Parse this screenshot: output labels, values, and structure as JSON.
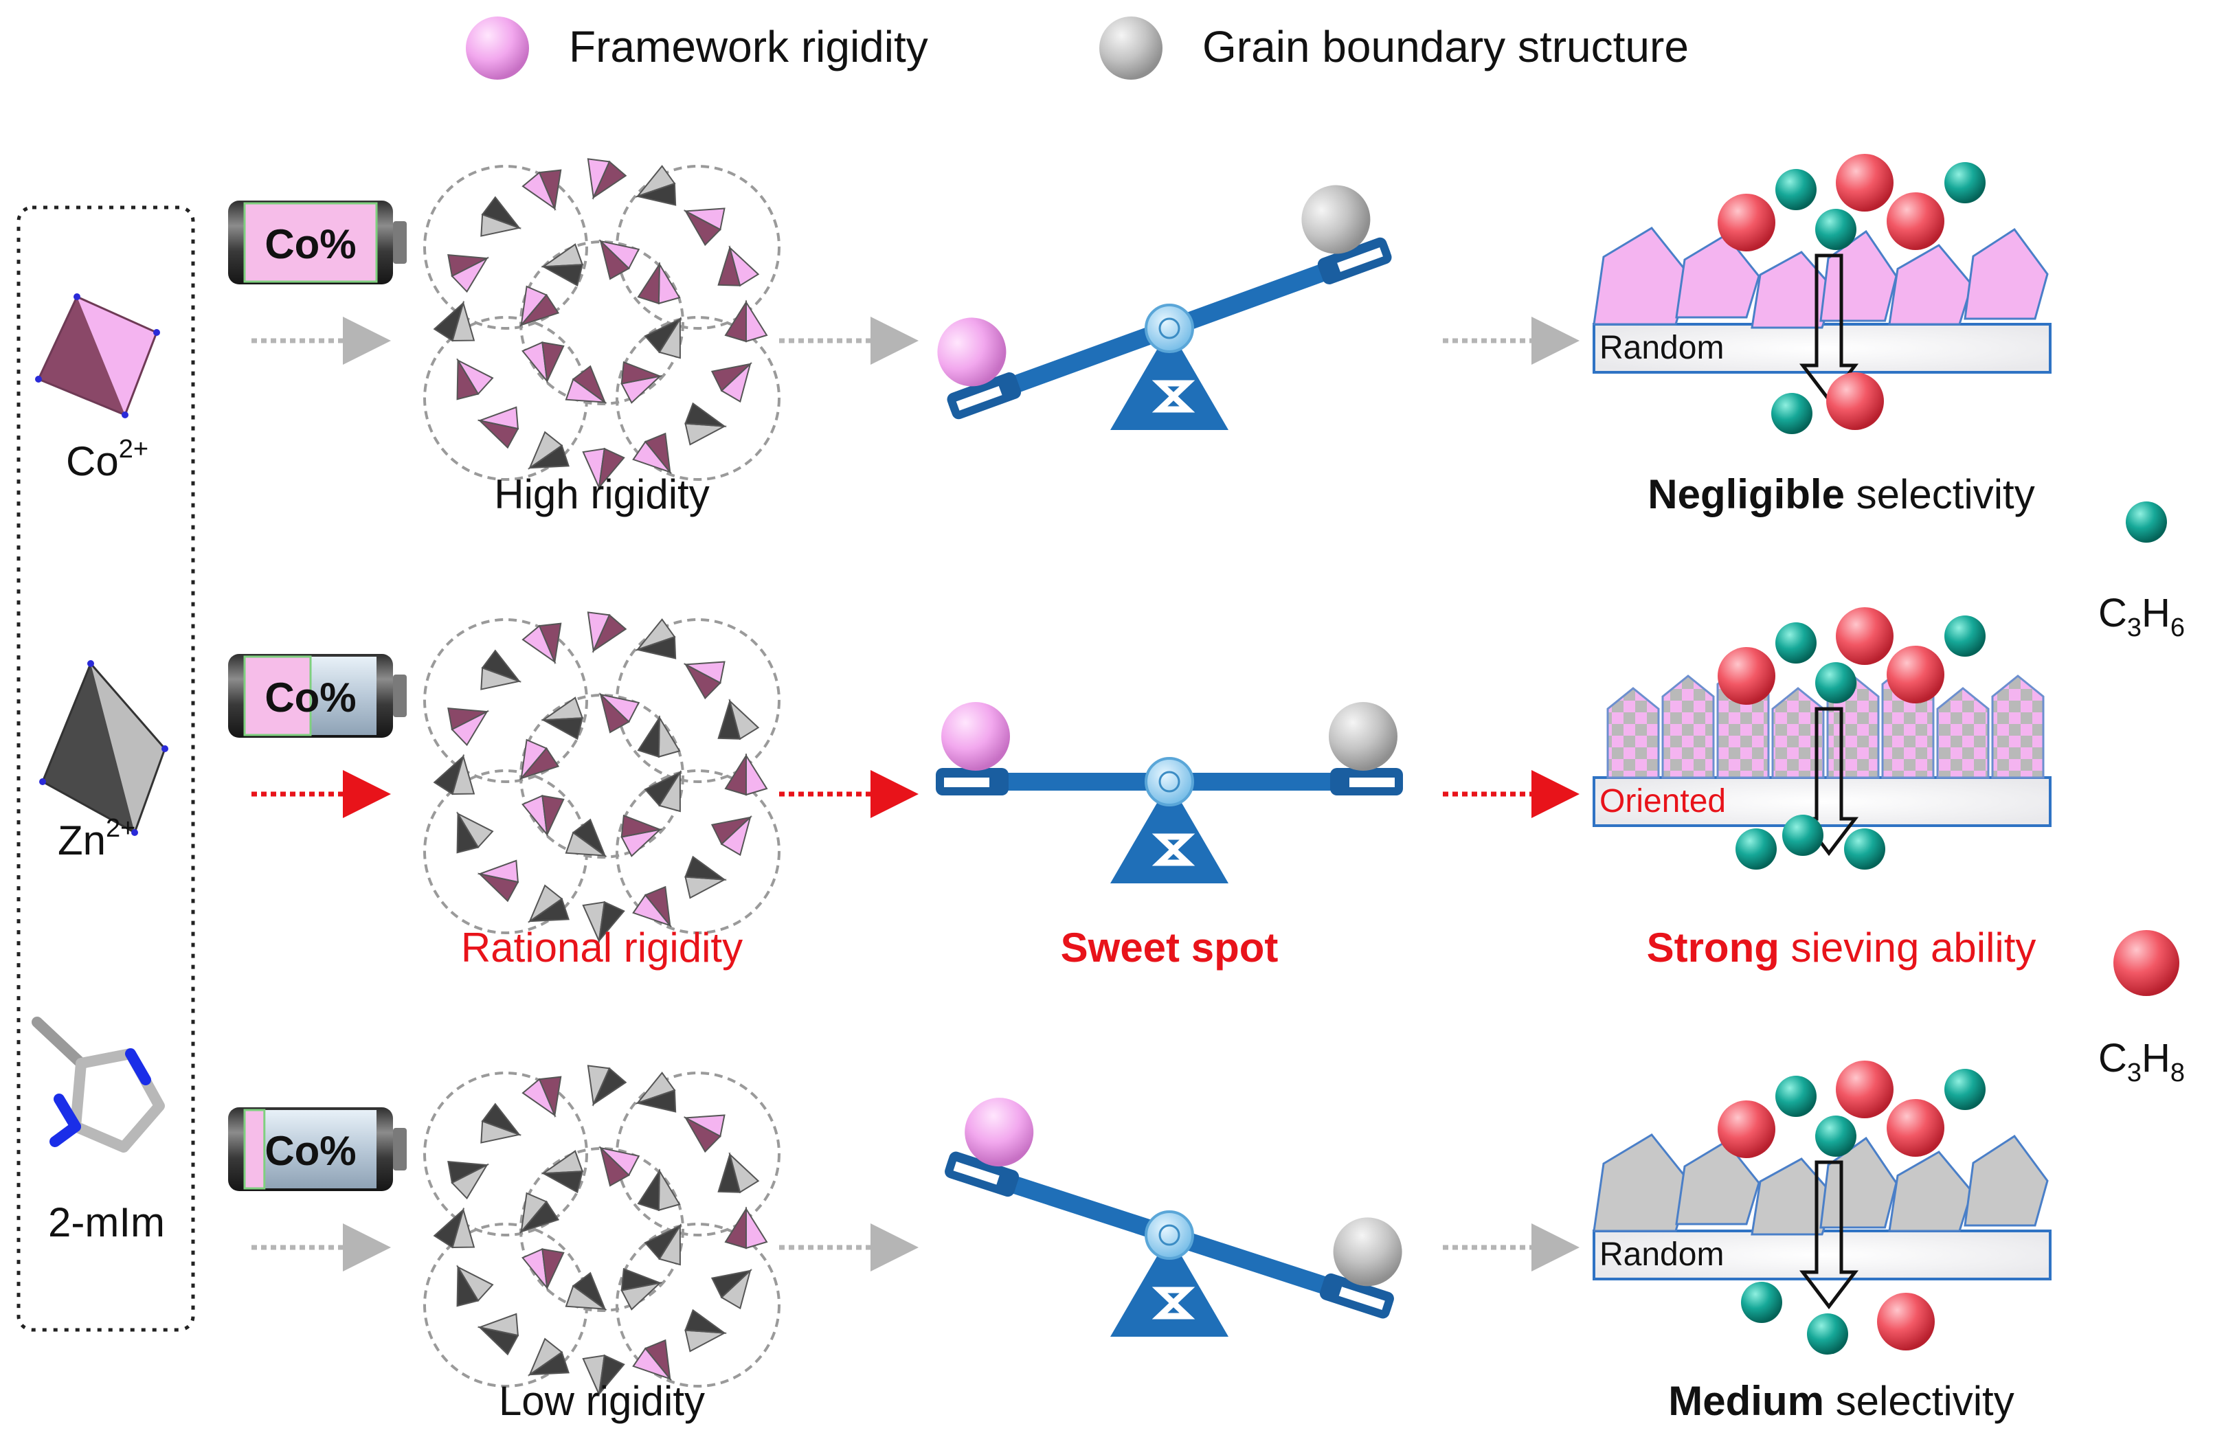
{
  "legend": {
    "pink_label": "Framework rigidity",
    "gray_label": "Grain boundary structure"
  },
  "components": {
    "co": {
      "base": "Co",
      "sup": "2+"
    },
    "zn": {
      "base": "Zn",
      "sup": "2+"
    },
    "ligand": "2-mIm"
  },
  "battery_label": "Co%",
  "rows": [
    {
      "rigidity_label": "High rigidity",
      "seesaw_caption": "",
      "membrane_label": "Random",
      "result_bold": "Negligible",
      "result_rest": " selectivity",
      "highlight": false,
      "co_fraction": 1.0
    },
    {
      "rigidity_label": "Rational rigidity",
      "seesaw_caption": "Sweet spot",
      "membrane_label": "Oriented",
      "result_bold": "Strong",
      "result_rest": " sieving ability",
      "highlight": true,
      "co_fraction": 0.5
    },
    {
      "rigidity_label": "Low rigidity",
      "seesaw_caption": "",
      "membrane_label": "Random",
      "result_bold": "Medium",
      "result_rest": " selectivity",
      "highlight": false,
      "co_fraction": 0.15
    }
  ],
  "molecules": {
    "propylene": {
      "base": "C",
      "s1": "3",
      "mid": "H",
      "s2": "6"
    },
    "propane": {
      "base": "C",
      "s1": "3",
      "mid": "H",
      "s2": "8"
    }
  },
  "colors": {
    "pink": "#f4b4f0",
    "dark_pink": "#8a4868",
    "gray": "#bdbdbd",
    "dark_gray": "#4a4a4a",
    "seesaw_blue": "#1f6fb8",
    "teal": "#0f9a8c",
    "red_ball": "#f0505c",
    "highlight_red": "#e8131a",
    "arrow_gray": "#b5b5b5"
  }
}
